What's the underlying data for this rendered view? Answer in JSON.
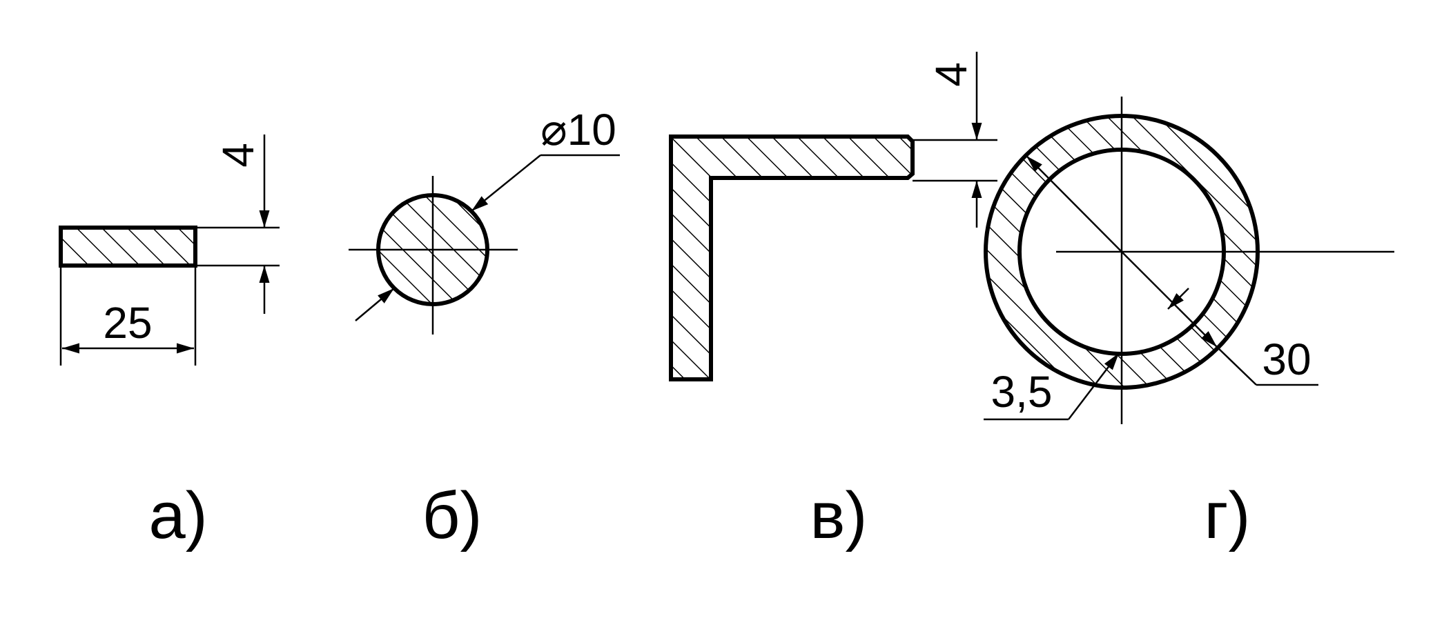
{
  "figures": [
    {
      "id": "a",
      "caption": "а)",
      "dimensions": {
        "width": "25",
        "thickness": "4"
      },
      "section": "rectangular strip"
    },
    {
      "id": "b",
      "caption": "б)",
      "dimensions": {
        "diameter": "⌀10"
      },
      "section": "round bar"
    },
    {
      "id": "v",
      "caption": "в)",
      "dimensions": {
        "thickness": "4"
      },
      "section": "angle"
    },
    {
      "id": "g",
      "caption": "г)",
      "dimensions": {
        "diameter": "30",
        "wall": "3,5"
      },
      "section": "tube"
    }
  ],
  "colors": {
    "ink": "#000000",
    "background": "#ffffff"
  }
}
